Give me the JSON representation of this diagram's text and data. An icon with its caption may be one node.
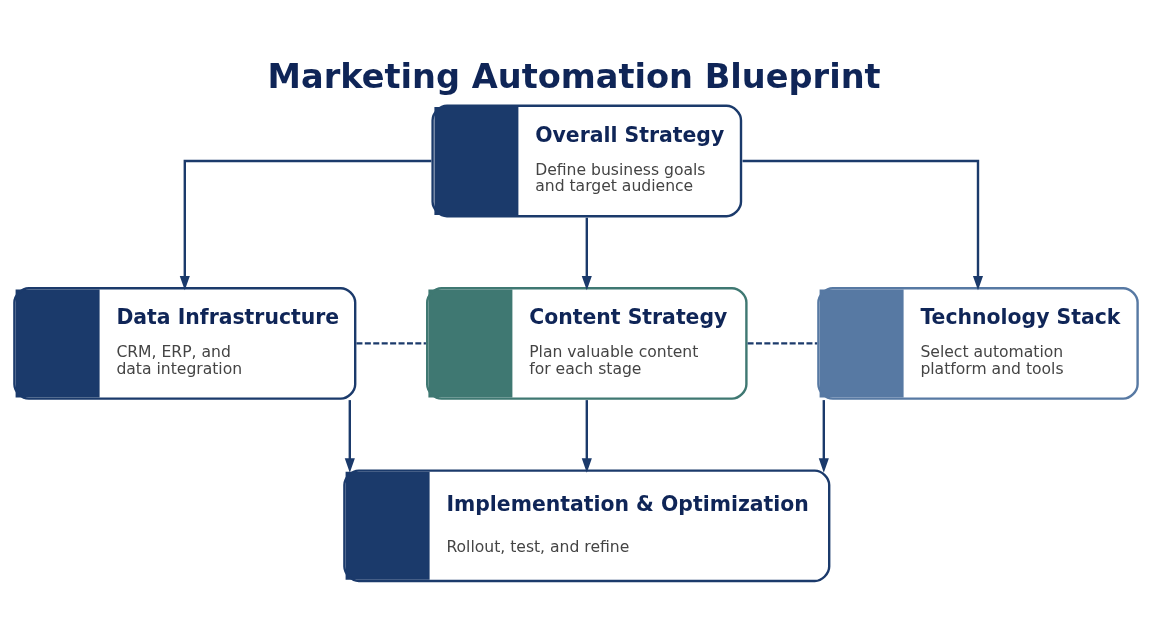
{
  "diagram": {
    "title": "Marketing Automation Blueprint",
    "nodes": [
      {
        "text": [
          "Overall Strategy",
          "Define business goals and target audience"
        ]
      },
      {
        "text": [
          "Data Infrastructure",
          "CRM, ERP, and data integration"
        ]
      },
      {
        "text": [
          "Content Strategy",
          "Plan valuable content for each stage"
        ]
      },
      {
        "text": [
          "Technology Stack",
          "Select automation platform and tools"
        ]
      },
      {
        "text": [
          "Implementation & Optimization",
          "Rollout, test, and refine"
        ]
      }
    ],
    "edges": [
      {
        "from": 0,
        "to": 1,
        "arrow": "to"
      },
      {
        "from": 0,
        "to": 2,
        "arrow": "to"
      },
      {
        "from": 0,
        "to": 3,
        "arrow": "to"
      },
      {
        "from": 1,
        "to": 2,
        "arrow": "none",
        "style": "dashed"
      },
      {
        "from": 2,
        "to": 3,
        "arrow": "none",
        "style": "dashed"
      },
      {
        "from": 1,
        "to": 4,
        "arrow": "to"
      },
      {
        "from": 2,
        "to": 4,
        "arrow": "to"
      },
      {
        "from": 3,
        "to": 4,
        "arrow": "to"
      }
    ]
  }
}
